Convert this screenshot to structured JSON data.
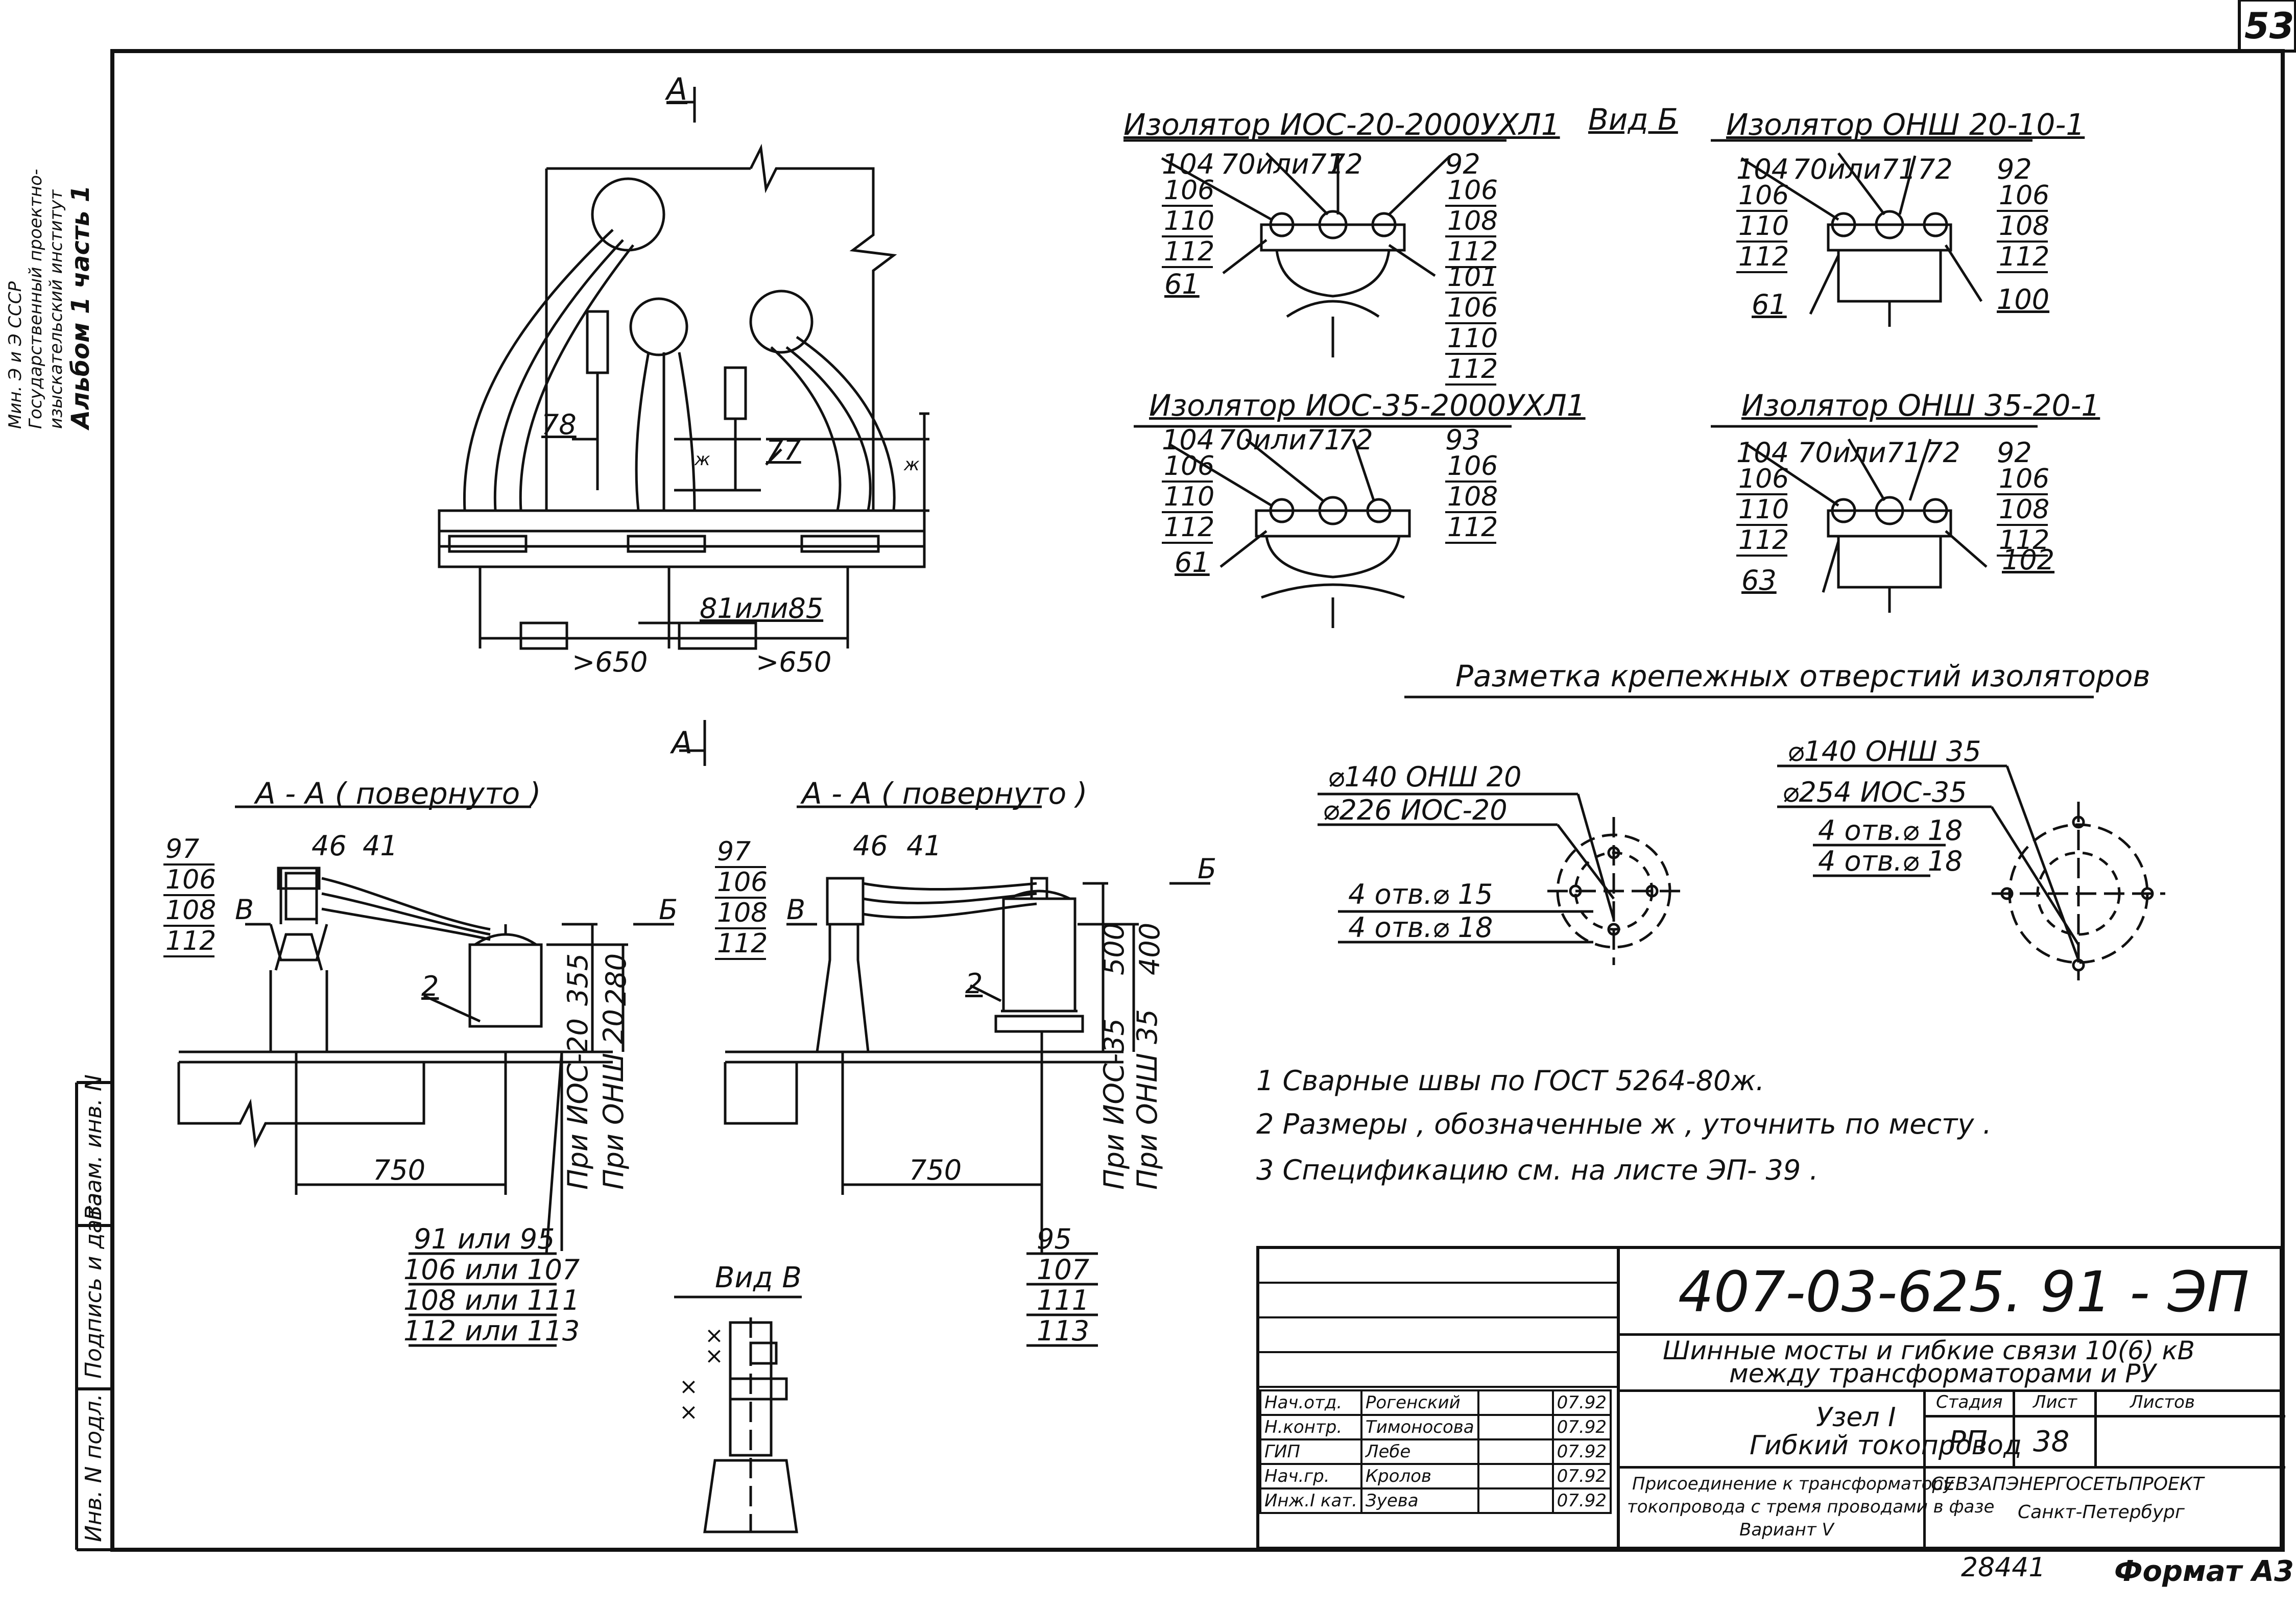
{
  "sheet_number": "53",
  "side_stamp": {
    "org_lines": [
      "Мин. Э и Э СССР",
      "Государственный проектно-",
      "изыскательский институт"
    ],
    "album": "Альбом 1 часть 1"
  },
  "left_column": {
    "vzam": "Взам. инв. N",
    "podpis": "Подпись и дата",
    "inv": "Инв. N подл."
  },
  "main_view": {
    "section_marker_top": "А",
    "section_marker_bottom": "А",
    "callout_78": "78",
    "callout_77": "77",
    "callout_81": "81или85",
    "dim_left": "650",
    "dim_right": "650",
    "dim_star": "ж"
  },
  "insulators": {
    "ios20": {
      "title": "Изолятор ИОС-20-2000УХЛ1",
      "left_stack": [
        "104",
        "106",
        "110",
        "112"
      ],
      "top_labels": [
        "70или71",
        "72",
        "92"
      ],
      "right_stack": [
        "106",
        "108",
        "112"
      ],
      "bottom_left": "61",
      "right_bottom_stack": [
        "101",
        "106",
        "110",
        "112"
      ]
    },
    "vid_b": "Вид Б",
    "onsh20": {
      "title": "Изолятор ОНШ 20-10-1",
      "left_stack": [
        "104",
        "106",
        "110",
        "112"
      ],
      "top_labels": [
        "70или71",
        "72",
        "92"
      ],
      "right_stack": [
        "106",
        "108",
        "112"
      ],
      "bottom_left": "61",
      "bottom_right": "100"
    },
    "ios35": {
      "title": "Изолятор ИОС-35-2000УХЛ1",
      "left_stack": [
        "104",
        "106",
        "110",
        "112"
      ],
      "top_labels": [
        "70или71",
        "72",
        "93"
      ],
      "right_stack": [
        "106",
        "108",
        "112"
      ],
      "bottom_left": "61"
    },
    "onsh35": {
      "title": "Изолятор ОНШ 35-20-1",
      "left_stack": [
        "104",
        "106",
        "110",
        "112"
      ],
      "top_labels": [
        "70или71",
        "72",
        "92"
      ],
      "right_stack": [
        "106",
        "108",
        "112"
      ],
      "bottom_left": "63",
      "bottom_right": "102"
    }
  },
  "marking": {
    "title": "Разметка крепежных отверстий изоляторов",
    "left": [
      "⌀140  ОНШ 20",
      "⌀226  ИОС-20",
      "4 отв.⌀ 15",
      "4 отв.⌀ 18"
    ],
    "right": [
      "⌀140  ОНШ 35",
      "⌀254  ИОС-35",
      "4 отв.⌀ 18",
      "4 отв.⌀ 18"
    ]
  },
  "section_left": {
    "title": "А - А ( повернуто )",
    "stack": [
      "97",
      "106",
      "108",
      "112"
    ],
    "top": [
      "46",
      "41"
    ],
    "b_label": "В",
    "arrow_b": "Б",
    "callout_2": "2",
    "dim_355": "355",
    "dim_280": "280",
    "dim_750": "750",
    "note_ios": "При ИОС-20",
    "note_onsh": "При ОНШ 20",
    "bottom_stack": [
      "91 или 95",
      "106 или 107",
      "108 или 111",
      "112 или 113"
    ]
  },
  "section_right": {
    "title": "А - А ( повернуто )",
    "stack": [
      "97",
      "106",
      "108",
      "112"
    ],
    "top": [
      "46",
      "41"
    ],
    "b_label": "В",
    "arrow_b": "Б",
    "callout_2": "2",
    "dim_500": "500",
    "dim_400": "400",
    "dim_750": "750",
    "note_ios": "При ИОС-35",
    "note_onsh": "При ОНШ 35",
    "bottom_stack": [
      "95",
      "107",
      "111",
      "113"
    ]
  },
  "vid_v": "Вид В",
  "notes": [
    "1  Сварные швы по ГОСТ 5264-80ж.",
    "2  Размеры , обозначенные ж , уточнить по месту .",
    "3  Спецификацию см. на листе ЭП- 39 ."
  ],
  "title_block": {
    "code": "407-03-625. 91 - ЭП",
    "desc_line1": "Шинные мосты и гибкие связи 10(6) кВ",
    "desc_line2": "между трансформаторами и РУ",
    "node_title": "Узел I",
    "node_sub": "Гибкий токопровод",
    "node_desc1": "Присоединение к трансформатору",
    "node_desc2": "токопровода с тремя проводами в фазе",
    "node_desc3": "Вариант V",
    "stage_h": "Стадия",
    "sheet_h": "Лист",
    "sheets_h": "Листов",
    "stage": "РП",
    "sheet": "38",
    "org1": "СЕВЗАПЭНЕРГОСЕТЬПРОЕКТ",
    "org2": "Санкт-Петербург",
    "rows": [
      {
        "role": "Нач.отд.",
        "name": "Рогенский",
        "date": "07.92"
      },
      {
        "role": "Н.контр.",
        "name": "Тимоносова",
        "date": "07.92"
      },
      {
        "role": "ГИП",
        "name": "Лебе",
        "date": "07.92"
      },
      {
        "role": "Нач.гр.",
        "name": "Кролов",
        "date": "07.92"
      },
      {
        "role": "Инж.I кат.",
        "name": "Зуева",
        "date": "07.92"
      }
    ]
  },
  "inv_number": "28441",
  "format": "Формат А3"
}
